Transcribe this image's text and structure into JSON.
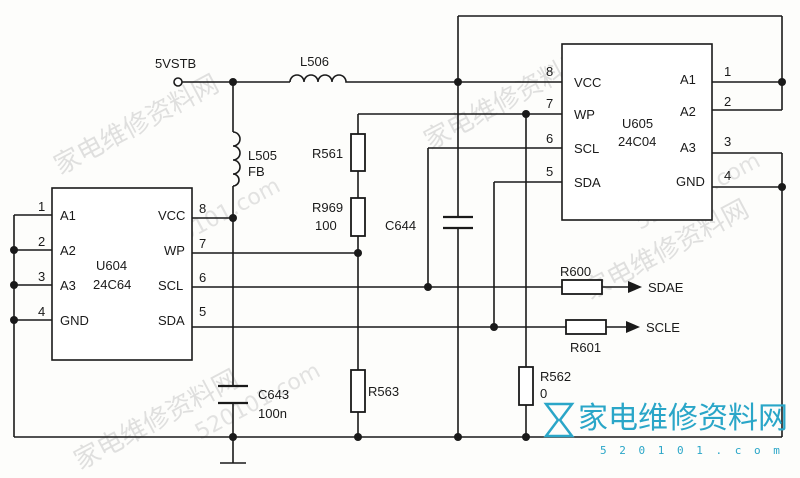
{
  "labels": {
    "supply": "5VSTB",
    "l506": "L506",
    "l505": "L505",
    "l505_sub": "FB",
    "r561": "R561",
    "r969": "R969",
    "r969_val": "100",
    "c644": "C644",
    "r600": "R600",
    "r601": "R601",
    "sdae": "SDAE",
    "scle": "SCLE",
    "r563": "R563",
    "r562": "R562",
    "r562_val": "0",
    "c643": "C643",
    "c643_val": "100n"
  },
  "u604": {
    "name": "U604",
    "part": "24C64",
    "left_pins": [
      {
        "num": "1",
        "name": "A1"
      },
      {
        "num": "2",
        "name": "A2"
      },
      {
        "num": "3",
        "name": "A3"
      },
      {
        "num": "4",
        "name": "GND"
      }
    ],
    "right_pins": [
      {
        "num": "8",
        "name": "VCC"
      },
      {
        "num": "7",
        "name": "WP"
      },
      {
        "num": "6",
        "name": "SCL"
      },
      {
        "num": "5",
        "name": "SDA"
      }
    ]
  },
  "u605": {
    "name": "U605",
    "part": "24C04",
    "left_pins": [
      {
        "num": "8",
        "name": "VCC"
      },
      {
        "num": "7",
        "name": "WP"
      },
      {
        "num": "6",
        "name": "SCL"
      },
      {
        "num": "5",
        "name": "SDA"
      }
    ],
    "right_pins": [
      {
        "num": "1",
        "name": "A1"
      },
      {
        "num": "2",
        "name": "A2"
      },
      {
        "num": "3",
        "name": "A3"
      },
      {
        "num": "4",
        "name": "GND"
      }
    ]
  },
  "watermark": {
    "cn": "家电维修资料网",
    "url": "520101.com",
    "logo_cn": "家电维修资料网",
    "logo_url": "5 2 0 1 0 1 . c o m"
  },
  "colors": {
    "wire": "#1a1a1a",
    "logo": "#2aa6c8",
    "watermark": "#c8c8c8"
  }
}
